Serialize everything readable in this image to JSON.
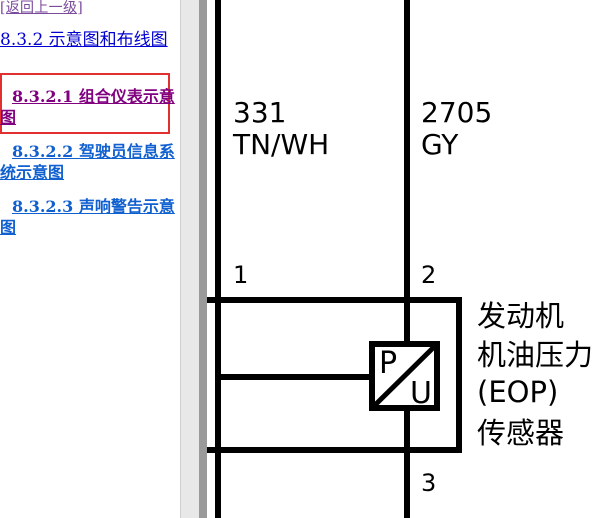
{
  "nav": {
    "back_link": "[返回上一级]",
    "section_heading": "8.3.2 示意图和布线图",
    "items": [
      {
        "label": "8.3.2.1 组合仪表示意图",
        "state": "visited",
        "highlighted": true
      },
      {
        "label": "8.3.2.2 驾驶员信息系统示意图",
        "state": "link",
        "highlighted": false
      },
      {
        "label": "8.3.2.3 声响警告示意图",
        "state": "link",
        "highlighted": false
      }
    ],
    "colors": {
      "back_link": "#7a4a9c",
      "heading": "#0000d0",
      "visited": "#800080",
      "link": "#1060d0",
      "highlight_border": "#e23030"
    }
  },
  "diagram": {
    "wires": [
      {
        "circuit": "331",
        "color": "TN/WH",
        "pin": "1"
      },
      {
        "circuit": "2705",
        "color": "GY",
        "pin": "2"
      }
    ],
    "bottom_pin": "3",
    "sensor_symbol": {
      "top": "P",
      "bottom": "U"
    },
    "component_name": {
      "line1": "发动机",
      "line2": "机油压力",
      "line3": "(EOP)",
      "line4": "传感器"
    }
  }
}
